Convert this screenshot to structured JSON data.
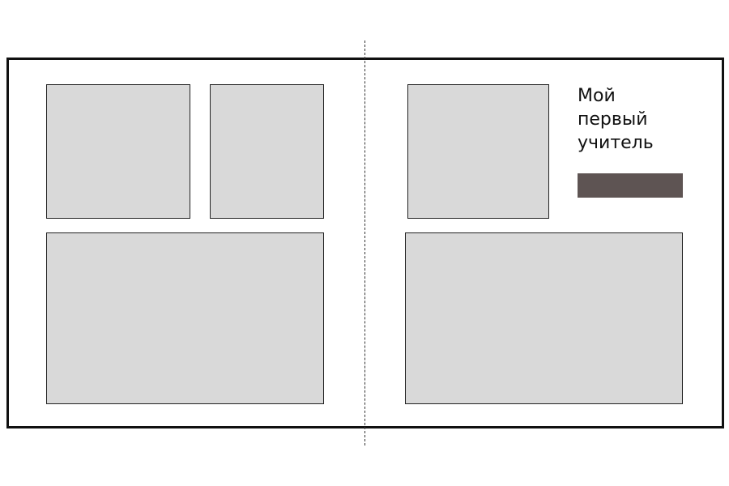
{
  "title_lines": [
    "Мой",
    "первый",
    "учитель"
  ],
  "colors": {
    "photo_placeholder": "#d9d9d9",
    "caption_bar": "#5e5453",
    "border": "#111111"
  },
  "photo_placeholder_count": 5
}
